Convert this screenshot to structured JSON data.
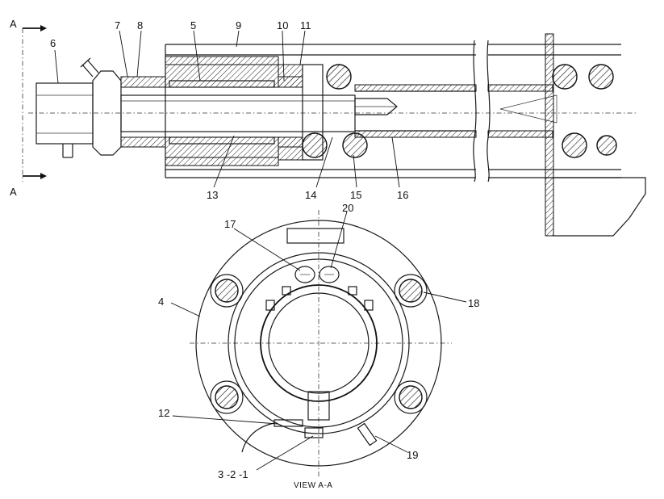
{
  "section_marker": "A",
  "view_caption": "VIEW  A-A",
  "callouts": {
    "c1": "6",
    "c2": "7",
    "c3": "8",
    "c4": "5",
    "c5": "9",
    "c6": "10",
    "c7": "11",
    "c8": "13",
    "c9": "14",
    "c10": "15",
    "c11": "16",
    "c12": "17",
    "c13": "20",
    "c14": "4",
    "c15": "18",
    "c16": "12",
    "c17": "19",
    "c18": "3 -2 -1"
  }
}
